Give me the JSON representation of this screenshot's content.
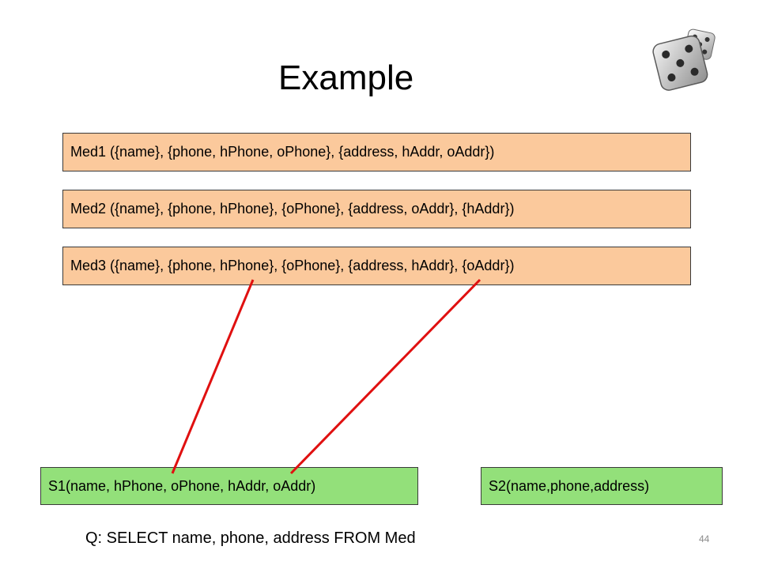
{
  "title": "Example",
  "mediated_schemas": [
    "Med1 ({name}, {phone, hPhone, oPhone}, {address, hAddr, oAddr})",
    "Med2 ({name}, {phone, hPhone}, {oPhone}, {address, oAddr}, {hAddr})",
    "Med3 ({name}, {phone, hPhone}, {oPhone}, {address, hAddr}, {oAddr})"
  ],
  "sources": [
    "S1(name, hPhone, oPhone, hAddr, oAddr)",
    "S2(name,phone,address)"
  ],
  "query": "Q: SELECT name, phone, address FROM Med",
  "page_number": "44",
  "colors": {
    "mediated_fill": "#fbc99c",
    "source_fill": "#93e07a",
    "connector": "#e01010"
  },
  "icons": [
    "dice-icon"
  ]
}
